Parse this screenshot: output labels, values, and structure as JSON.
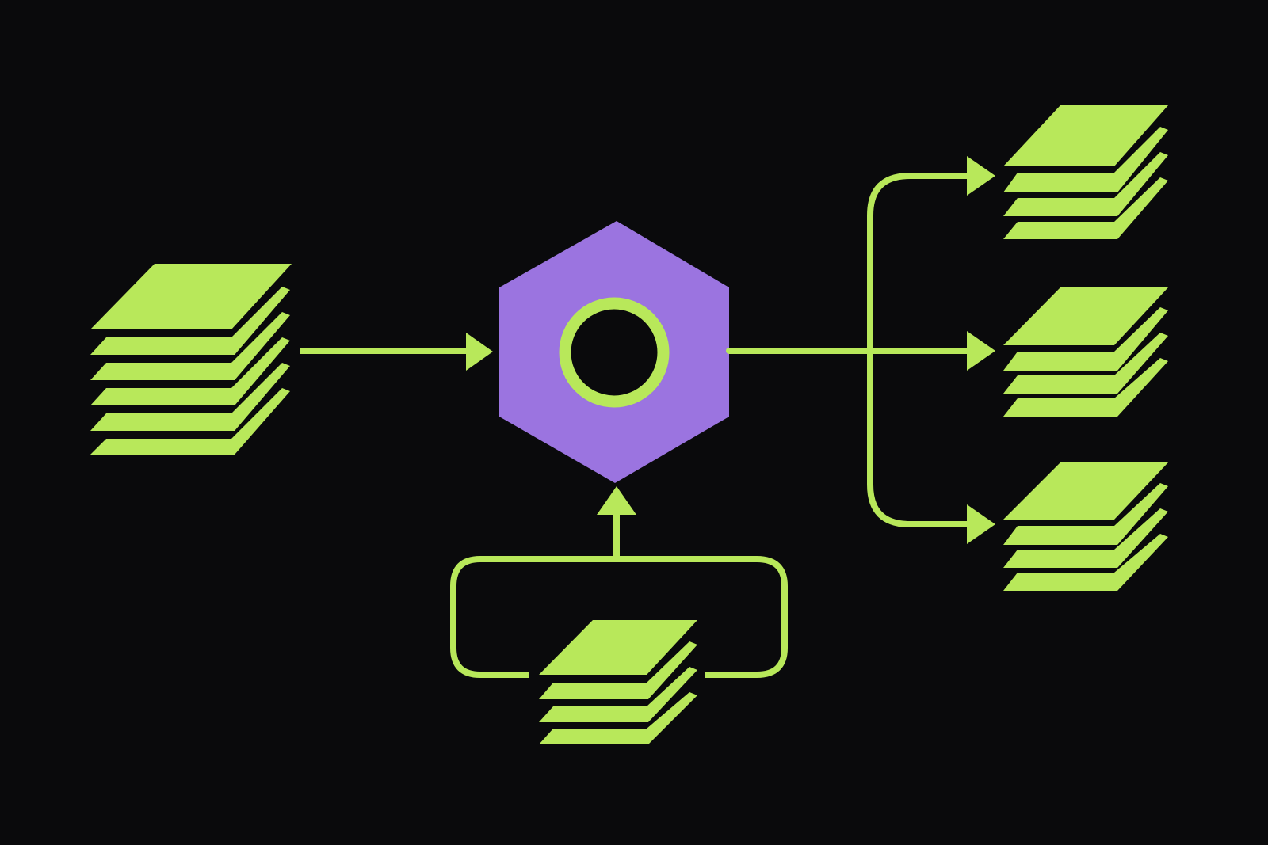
{
  "colors": {
    "background": "#0a0a0c",
    "accent": "#b8e85a",
    "hub": "#9b74e0",
    "hub_center": "#0a0a0c"
  },
  "diagram": {
    "kind": "data-flow",
    "nodes": [
      {
        "id": "input-stack",
        "icon": "layers-stack-icon",
        "layers": 6,
        "role": "source"
      },
      {
        "id": "hub",
        "icon": "hexagon-ring-icon",
        "role": "processor"
      },
      {
        "id": "feedback-stack",
        "icon": "layers-stack-icon",
        "layers": 4,
        "role": "feedback"
      },
      {
        "id": "output-stack-top",
        "icon": "layers-stack-icon",
        "layers": 4,
        "role": "output"
      },
      {
        "id": "output-stack-middle",
        "icon": "layers-stack-icon",
        "layers": 4,
        "role": "output"
      },
      {
        "id": "output-stack-bottom",
        "icon": "layers-stack-icon",
        "layers": 4,
        "role": "output"
      }
    ],
    "edges": [
      {
        "from": "input-stack",
        "to": "hub",
        "arrow": "right"
      },
      {
        "from": "feedback-stack",
        "to": "hub",
        "arrow": "up",
        "style": "loop"
      },
      {
        "from": "hub",
        "to": "output-stack-top",
        "arrow": "right",
        "style": "branch"
      },
      {
        "from": "hub",
        "to": "output-stack-middle",
        "arrow": "right"
      },
      {
        "from": "hub",
        "to": "output-stack-bottom",
        "arrow": "right",
        "style": "branch"
      }
    ]
  }
}
